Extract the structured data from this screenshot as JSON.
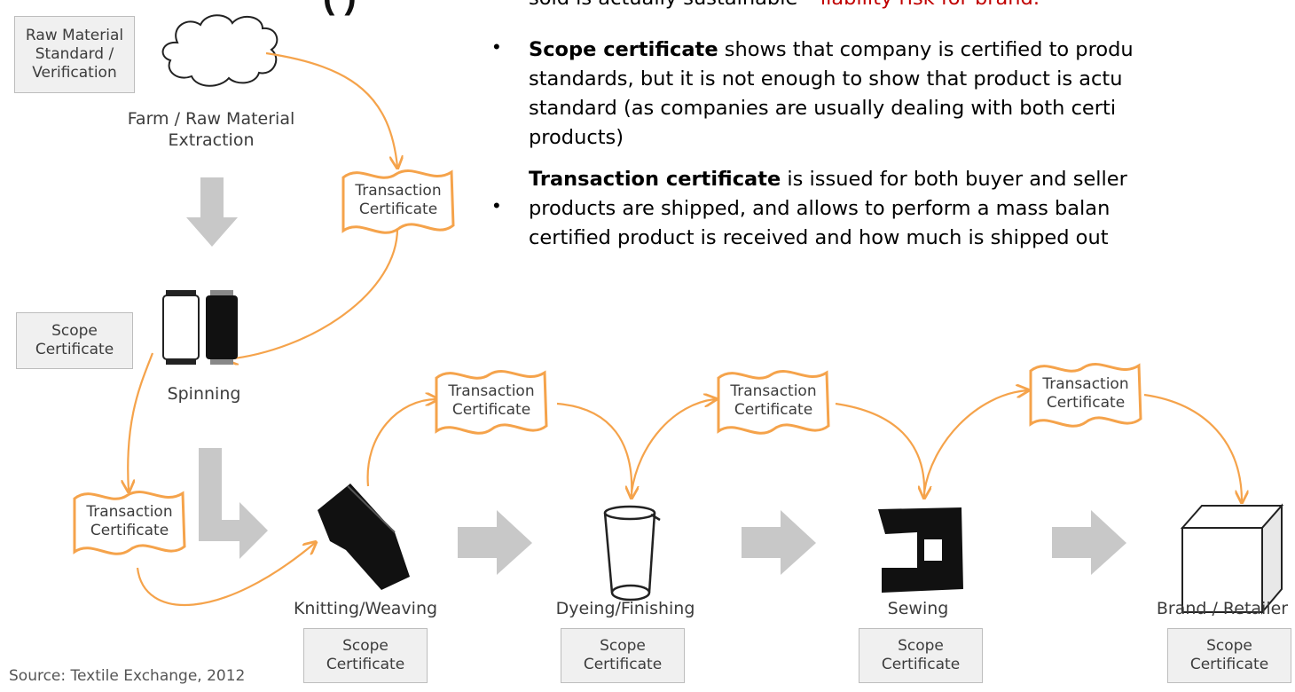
{
  "header_snippet": {
    "prefix": "sold is actually sustainable – ",
    "red": "liability risk for brand."
  },
  "bullets": [
    {
      "bold": "Scope certificate",
      "lines": [
        " shows that company is certified to produ",
        "standards, but it is not enough to show that product is actu",
        "standard (as companies are usually dealing with both certi",
        "products)"
      ]
    },
    {
      "bold": "Transaction certificate",
      "lines": [
        " is issued for both buyer and seller",
        "products are shipped, and allows to perform a mass balan",
        "certified product is received and how much is shipped out"
      ]
    }
  ],
  "raw_material_box": "Raw Material\nStandard /\nVerification",
  "farm_label": "Farm / Raw Material\nExtraction",
  "transaction_certificate_label": "Transaction\nCertificate",
  "scope_certificate_label": "Scope\nCertificate",
  "stages": {
    "spinning": "Spinning",
    "knitting": "Knitting/Weaving",
    "dyeing": "Dyeing/Finishing",
    "sewing": "Sewing",
    "brand": "Brand / Retailer"
  },
  "source": "Source: Textile Exchange, 2012",
  "colors": {
    "orange": "#f5a34b",
    "arrow_gray": "#c8c8c8",
    "box_gray": "#f0f0f0",
    "red_text": "#c00000"
  },
  "icons": [
    "cloud-icon",
    "thread-spools-icon",
    "fabric-roll-icon",
    "dye-beaker-icon",
    "sewing-machine-icon",
    "box-icon"
  ]
}
